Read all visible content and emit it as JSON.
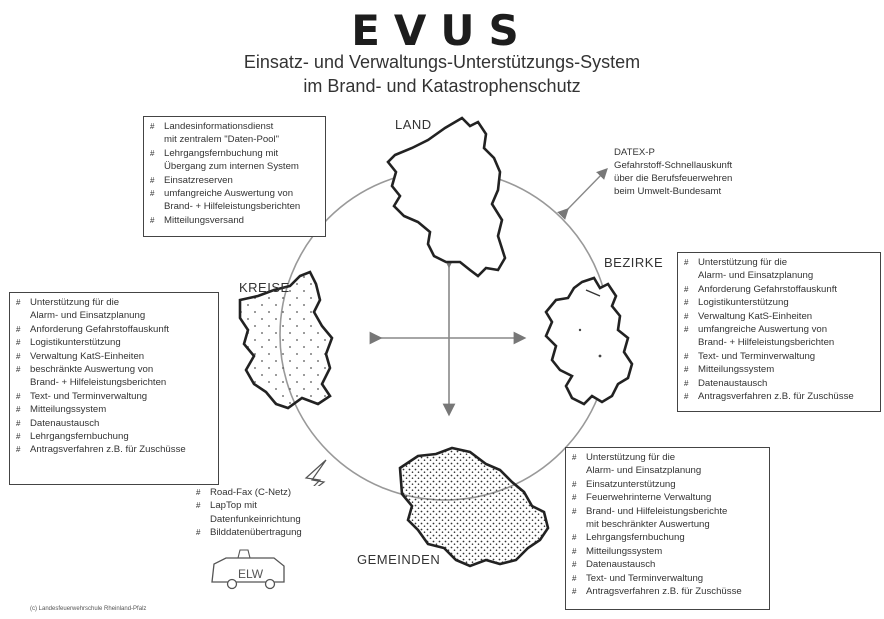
{
  "title": "EVUS",
  "subtitle_line1": "Einsatz- und Verwaltungs-Unterstützungs-System",
  "subtitle_line2": "im Brand- und Katastrophenschutz",
  "nodes": {
    "land": "LAND",
    "bezirke": "BEZIRKE",
    "kreise": "KREISE",
    "gemeinden": "GEMEINDEN"
  },
  "land_box": [
    {
      "text": "Landesinformationsdienst",
      "hash": true
    },
    {
      "text": "mit zentralem \"Daten-Pool\"",
      "hash": false
    },
    {
      "text": "Lehrgangsfernbuchung mit",
      "hash": true
    },
    {
      "text": "Übergang zum internen System",
      "hash": false
    },
    {
      "text": "Einsatzreserven",
      "hash": true
    },
    {
      "text": "umfangreiche Auswertung von",
      "hash": true
    },
    {
      "text": "Brand- + Hilfeleistungsberichten",
      "hash": false
    },
    {
      "text": "Mitteilungsversand",
      "hash": true
    }
  ],
  "datex": {
    "title": "DATEX-P",
    "lines": [
      "Gefahrstoff-Schnellauskunft",
      "über die Berufsfeuerwehren",
      "beim Umwelt-Bundesamt"
    ]
  },
  "bezirke_box": [
    {
      "text": "Unterstützung für die",
      "hash": true
    },
    {
      "text": "Alarm- und Einsatzplanung",
      "hash": false
    },
    {
      "text": "Anforderung Gefahrstoffauskunft",
      "hash": true
    },
    {
      "text": "Logistikunterstützung",
      "hash": true
    },
    {
      "text": "Verwaltung KatS-Einheiten",
      "hash": true
    },
    {
      "text": "umfangreiche Auswertung von",
      "hash": true
    },
    {
      "text": "Brand- + Hilfeleistungsberichten",
      "hash": false
    },
    {
      "text": "Text- und Terminverwaltung",
      "hash": true
    },
    {
      "text": "Mitteilungssystem",
      "hash": true
    },
    {
      "text": "Datenaustausch",
      "hash": true
    },
    {
      "text": "Antragsverfahren z.B. für Zuschüsse",
      "hash": true
    }
  ],
  "kreise_box": [
    {
      "text": "Unterstützung für die",
      "hash": true
    },
    {
      "text": "Alarm- und Einsatzplanung",
      "hash": false
    },
    {
      "text": "Anforderung Gefahrstoffauskunft",
      "hash": true
    },
    {
      "text": "Logistikunterstützung",
      "hash": true
    },
    {
      "text": "Verwaltung KatS-Einheiten",
      "hash": true
    },
    {
      "text": "beschränkte Auswertung von",
      "hash": true
    },
    {
      "text": "Brand- + Hilfeleistungsberichten",
      "hash": false
    },
    {
      "text": "Text- und Terminverwaltung",
      "hash": true
    },
    {
      "text": "Mitteilungssystem",
      "hash": true
    },
    {
      "text": "Datenaustausch",
      "hash": true
    },
    {
      "text": "Lehrgangsfernbuchung",
      "hash": true
    },
    {
      "text": "Antragsverfahren z.B. für Zuschüsse",
      "hash": true
    }
  ],
  "gemeinden_box": [
    {
      "text": "Unterstützung für die",
      "hash": true
    },
    {
      "text": "Alarm- und Einsatzplanung",
      "hash": false
    },
    {
      "text": "Einsatzunterstützung",
      "hash": true
    },
    {
      "text": "Feuerwehrinterne Verwaltung",
      "hash": true
    },
    {
      "text": "Brand- und Hilfeleistungsberichte",
      "hash": true
    },
    {
      "text": "mit beschränkter Auswertung",
      "hash": false
    },
    {
      "text": "Lehrgangsfernbuchung",
      "hash": true
    },
    {
      "text": "Mitteilungssystem",
      "hash": true
    },
    {
      "text": "Datenaustausch",
      "hash": true
    },
    {
      "text": "Text- und Terminverwaltung",
      "hash": true
    },
    {
      "text": "Antragsverfahren z.B. für Zuschüsse",
      "hash": true
    }
  ],
  "mobile": [
    {
      "text": "Road-Fax (C-Netz)",
      "hash": true
    },
    {
      "text": "LapTop mit",
      "hash": true
    },
    {
      "text": "Datenfunkeinrichtung",
      "hash": false
    },
    {
      "text": "Bilddatenübertragung",
      "hash": true
    }
  ],
  "vehicle_label": "ELW",
  "footer": "(c) Landesfeuerwehrschule Rheinland-Pfalz"
}
